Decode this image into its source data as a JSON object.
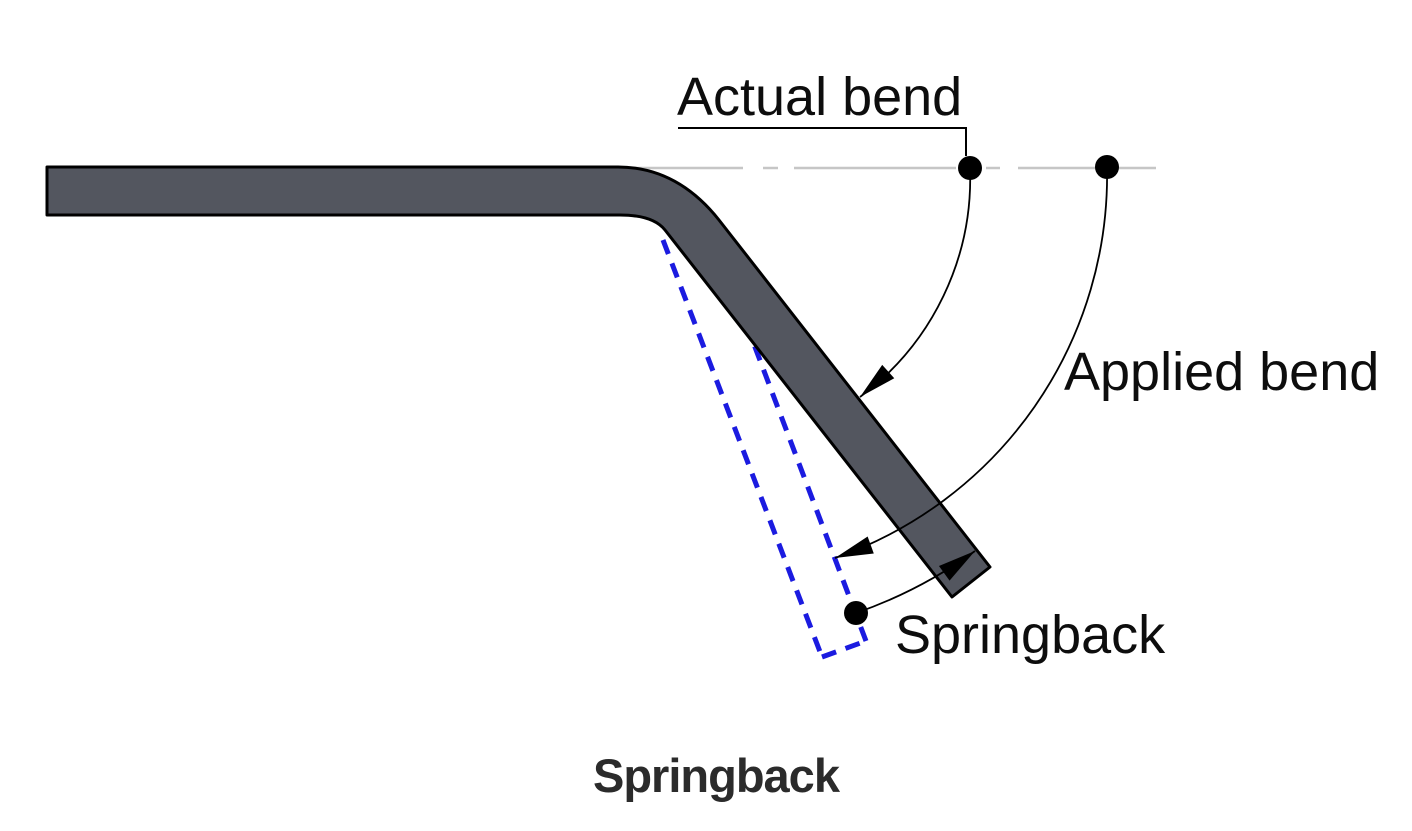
{
  "diagram": {
    "caption": "Springback",
    "labels": {
      "actual_bend": "Actual bend",
      "applied_bend": "Applied bend",
      "springback": "Springback"
    },
    "colors": {
      "background": "#ffffff",
      "sheet_fill": "#53565f",
      "sheet_outline": "#000000",
      "applied_position_dashed": "#1b1be0",
      "reference_line": "#c6c6c6",
      "annotation_lines": "#000000",
      "label_text": "#0d0d0d",
      "caption_text": "#2b2b2b"
    }
  }
}
